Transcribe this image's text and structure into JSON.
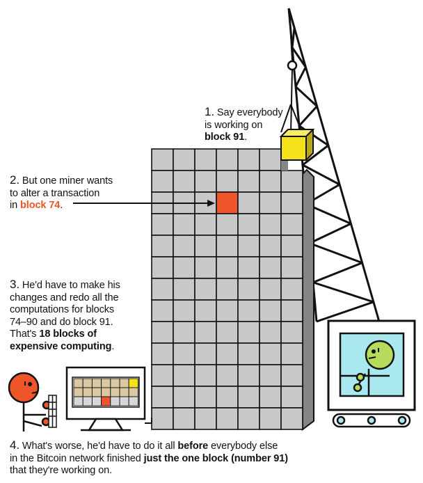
{
  "captions": {
    "c1": {
      "num": "1.",
      "line1": " Say everybody",
      "line2": "is working on",
      "bold": "block 91",
      "end": "."
    },
    "c2": {
      "num": "2.",
      "line1": " But one miner wants",
      "line2": "to alter a transaction",
      "pre": "in ",
      "highlight": "block 74",
      "end": "."
    },
    "c3": {
      "num": "3.",
      "line1": " He'd have to make his",
      "line2": "changes and redo all the",
      "line3": "computations for blocks",
      "line4": "74–90 and do block 91.",
      "pre": "That's ",
      "bold1": "18 blocks of",
      "bold2": "expensive computing",
      "end": "."
    },
    "c4": {
      "num": "4.",
      "line1a": " What's worse, he'd have to do it all ",
      "bold1": "before",
      "line1b": " everybody else",
      "line2a": "in the Bitcoin network finished ",
      "bold2": "just the one block (number 91)",
      "line3": "that they're working on."
    }
  },
  "colors": {
    "block": "#c8c8c8",
    "block_side": "#858585",
    "new_block": "#f4e21a",
    "altered_block": "#ee5528",
    "miner_face": "#ee5528",
    "crane_operator_face": "#b7dc5d",
    "crane_window": "#a8e8ee",
    "crane_tread": "#a8e8ee"
  },
  "icons": {
    "tower": "block-tower",
    "crane": "crane-icon",
    "miner": "miner-person-icon",
    "computer": "computer-monitor-icon",
    "operator": "crane-operator-icon"
  }
}
